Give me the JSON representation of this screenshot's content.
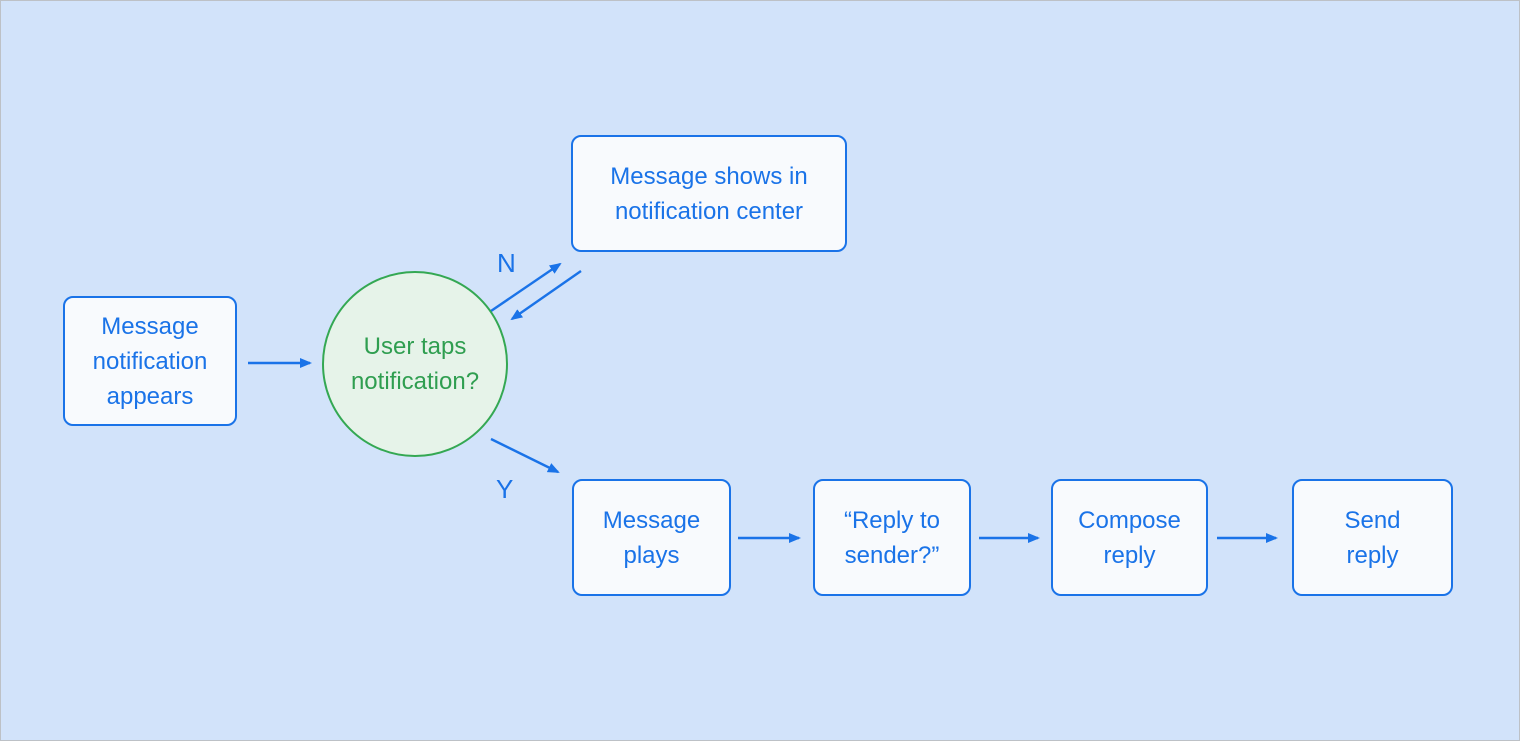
{
  "diagram": {
    "type": "flowchart",
    "colors": {
      "background": "#d2e3fa",
      "process_fill": "#f8fafd",
      "process_border": "#1a73e8",
      "process_text": "#1a73e8",
      "decision_fill": "#e6f3e9",
      "decision_border": "#34a853",
      "decision_text": "#2f9e50",
      "arrow": "#1a73e8",
      "edge_label_text": "#1a73e8"
    },
    "nodes": {
      "start": {
        "type": "process",
        "label": "Message\nnotification\nappears"
      },
      "decision": {
        "type": "decision",
        "label": "User taps\nnotification?"
      },
      "notification_center": {
        "type": "process",
        "label": "Message shows in\nnotification center"
      },
      "message_plays": {
        "type": "process",
        "label": "Message\nplays"
      },
      "reply_to_sender": {
        "type": "process",
        "label": "“Reply to\nsender?”"
      },
      "compose_reply": {
        "type": "process",
        "label": "Compose\nreply"
      },
      "send_reply": {
        "type": "process",
        "label": "Send\nreply"
      }
    },
    "edge_labels": {
      "no": "N",
      "yes": "Y"
    },
    "edges": [
      {
        "from": "Message notification appears",
        "to": "User taps notification?",
        "label": ""
      },
      {
        "from": "User taps notification?",
        "to": "Message shows in notification center",
        "label": "N"
      },
      {
        "from": "Message shows in notification center",
        "to": "User taps notification?",
        "label": ""
      },
      {
        "from": "User taps notification?",
        "to": "Message plays",
        "label": "Y"
      },
      {
        "from": "Message plays",
        "to": "“Reply to sender?”",
        "label": ""
      },
      {
        "from": "“Reply to sender?”",
        "to": "Compose reply",
        "label": ""
      },
      {
        "from": "Compose reply",
        "to": "Send reply",
        "label": ""
      }
    ]
  }
}
